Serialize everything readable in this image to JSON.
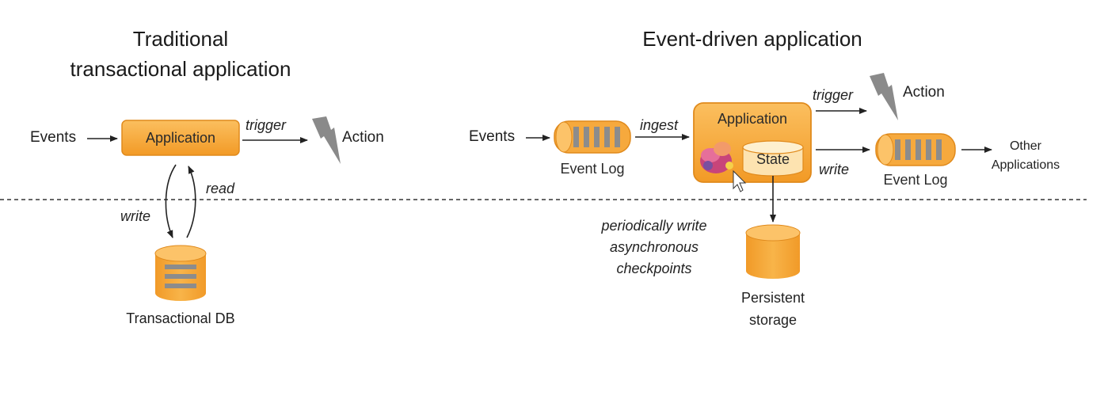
{
  "colors": {
    "orange": "#f7a93f",
    "orange_dark": "#e08a1c",
    "orange_light": "#fde3b0",
    "bar": "#8c8c8c",
    "bolt": "#8a8a8a",
    "line": "#222222"
  },
  "traditional": {
    "title_line1": "Traditional",
    "title_line2": "transactional application",
    "events": "Events",
    "application": "Application",
    "trigger": "trigger",
    "action": "Action",
    "read": "read",
    "write": "write",
    "db": "Transactional DB"
  },
  "event_driven": {
    "title": "Event-driven application",
    "events": "Events",
    "event_log_in": "Event Log",
    "ingest": "ingest",
    "application": "Application",
    "state": "State",
    "trigger": "trigger",
    "action": "Action",
    "write": "write",
    "event_log_out": "Event Log",
    "other_line1": "Other",
    "other_line2": "Applications",
    "checkpoint_line1": "periodically write",
    "checkpoint_line2": "asynchronous",
    "checkpoint_line3": "checkpoints",
    "storage_line1": "Persistent",
    "storage_line2": "storage"
  },
  "icons": [
    "lightning-bolt-icon",
    "database-icon",
    "event-log-icon",
    "flink-squirrel-icon",
    "mouse-cursor-icon"
  ]
}
